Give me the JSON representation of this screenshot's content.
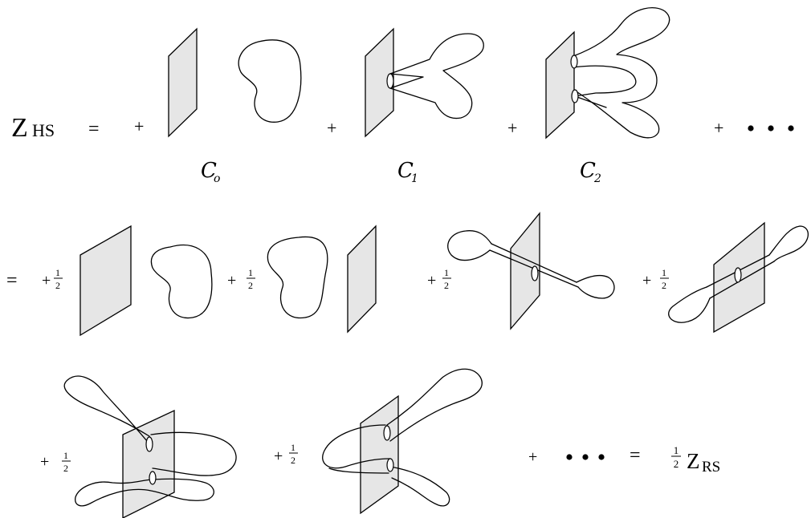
{
  "lhs": {
    "symbol": "Z",
    "subscript": "HS"
  },
  "rhs": {
    "symbol": "Z",
    "subscript": "RS"
  },
  "ops": {
    "equals": "=",
    "plus": "+"
  },
  "half": {
    "numerator": "1",
    "denominator": "2"
  },
  "labels": {
    "c0_letter": "C",
    "c0_sub": "o",
    "c1_letter": "C",
    "c1_sub": "1",
    "c2_letter": "C",
    "c2_sub": "2"
  }
}
